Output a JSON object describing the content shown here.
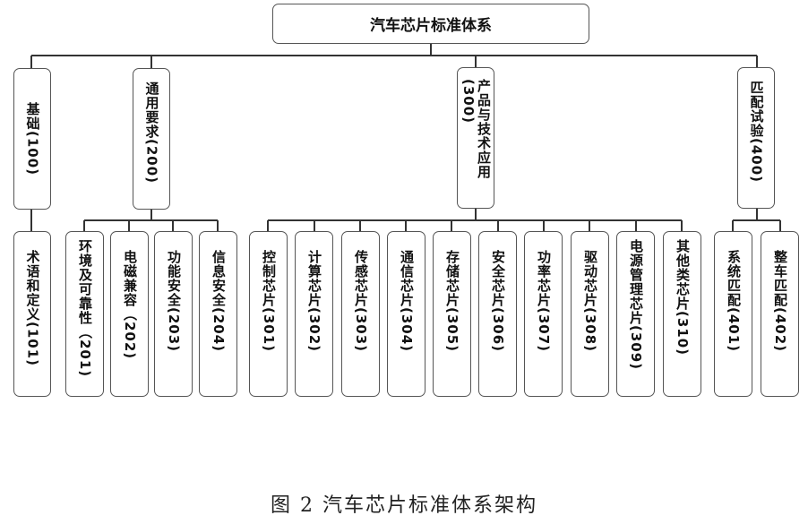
{
  "root": "汽车芯片标准体系",
  "level1": {
    "basic": "基础(100)",
    "general": "通用要求(200)",
    "product_a": "产品与技术应用",
    "product_b": "(300)",
    "matching": "匹配试验(400)"
  },
  "level2": {
    "c101": "术语和定义(101)",
    "c201": "环境及可靠性（201)",
    "c202": "电磁兼容（202)",
    "c203": "功能安全(203)",
    "c204": "信息安全(204)",
    "c301": "控制芯片(301)",
    "c302": "计算芯片(302)",
    "c303": "传感芯片(303)",
    "c304": "通信芯片(304)",
    "c305": "存储芯片(305)",
    "c306": "安全芯片(306)",
    "c307": "功率芯片(307)",
    "c308": "驱动芯片(308)",
    "c309": "电源管理芯片(309)",
    "c310": "其他类芯片(310)",
    "c401": "系统匹配(401)",
    "c402": "整车匹配(402)"
  },
  "caption": "图 2 汽车芯片标准体系架构"
}
